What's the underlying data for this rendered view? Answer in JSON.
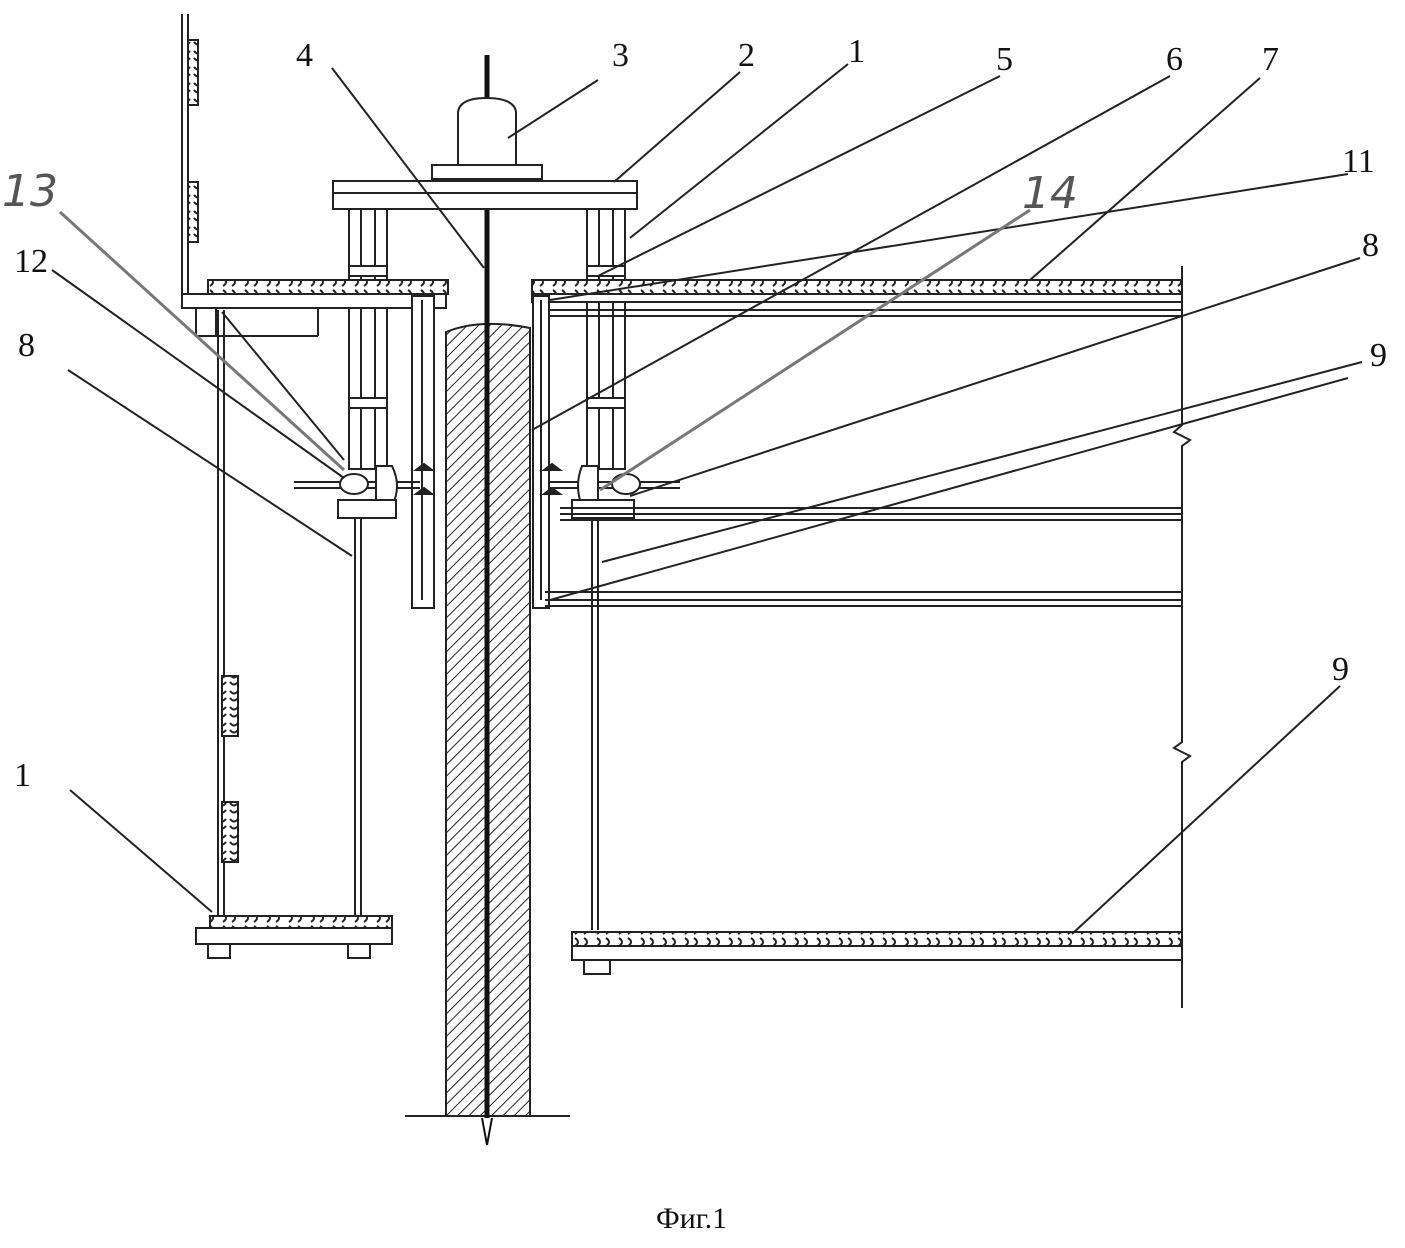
{
  "figure": {
    "caption": "Фиг.1",
    "labels": {
      "l1_top": "1",
      "l2": "2",
      "l3": "3",
      "l4": "4",
      "l5": "5",
      "l6": "6",
      "l7": "7",
      "l8_right": "8",
      "l8_left": "8",
      "l9_upper": "9",
      "l9_lower": "9",
      "l11": "11",
      "l12": "12",
      "l13": "13",
      "l14": "14",
      "l1_bottom": "1"
    }
  }
}
